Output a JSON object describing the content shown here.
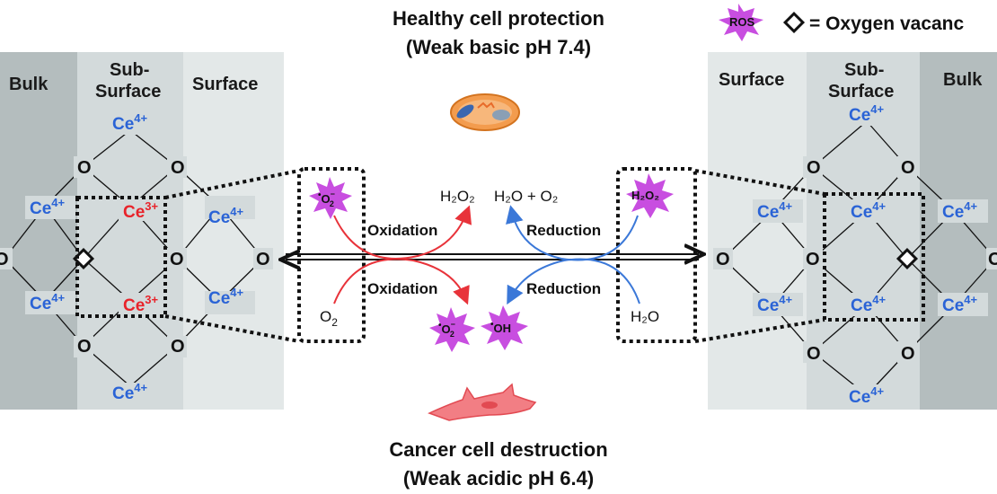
{
  "titles": {
    "top_line1": "Healthy cell protection",
    "top_line2": "(Weak basic pH 7.4)",
    "bottom_line1": "Cancer cell destruction",
    "bottom_line2": "(Weak acidic pH 6.4)"
  },
  "legend": {
    "ros_label": "ROS",
    "vacancy_label": "= Oxygen vacanc"
  },
  "bands": {
    "bulk": "Bulk",
    "sub_line1": "Sub-",
    "sub_line2": "Surface",
    "surface": "Surface"
  },
  "atoms": {
    "ce4": "Ce",
    "ce4_charge": "4+",
    "ce3": "Ce",
    "ce3_charge": "3+",
    "oxygen": "O"
  },
  "reactions": {
    "oxidation": "Oxidation",
    "reduction": "Reduction",
    "o2": "O",
    "o2_sub": "2",
    "superoxide": "O",
    "superoxide_sub": "2",
    "superoxide_sup": "−",
    "h2o2": "H₂O₂",
    "h2o_o2": "H₂O + O₂",
    "h2o": "H₂O",
    "hydroxyl": "OH"
  },
  "colors": {
    "bulk_band": "#b4bdbe",
    "subsurface_band": "#d3dadb",
    "surface_band": "#e3e8e8",
    "ce4_text": "#2a63d6",
    "ce3_text": "#e8232a",
    "ros_star": "#c84ee0",
    "oxidation_arrow": "#e8333a",
    "reduction_arrow": "#3b78d8",
    "healthy_cell": "#f39c4e",
    "cancer_cell": "#f27e84"
  }
}
